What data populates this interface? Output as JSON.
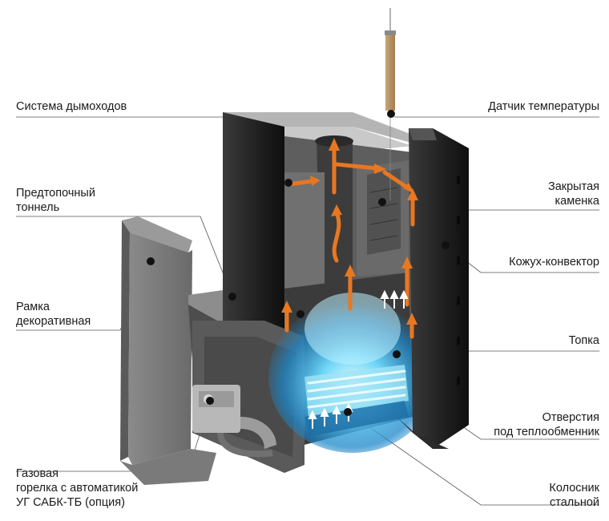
{
  "labels": {
    "chimney_system": "Система дымоходов",
    "pre_furnace_tunnel": "Предтопочный\nтоннель",
    "decorative_frame": "Рамка\nдекоративная",
    "gas_burner": "Газовая\nгорелка с автоматикой\nУГ САБК-ТБ (опция)",
    "temperature_sensor": "Датчик  температуры",
    "closed_heater": "Закрытая\nкаменка",
    "casing_convector": "Кожух-конвектор",
    "firebox": "Топка",
    "heat_exchanger_holes": "Отверстия\nпод теплообменник",
    "steel_grate": "Колосник\nстальной"
  },
  "colors": {
    "arrow_orange": "#e87722",
    "flame_blue": "#4fc3f7",
    "steel_dark": "#2b2b2b",
    "steel_mid": "#6b6b6b",
    "steel_light": "#9a9a9a"
  }
}
